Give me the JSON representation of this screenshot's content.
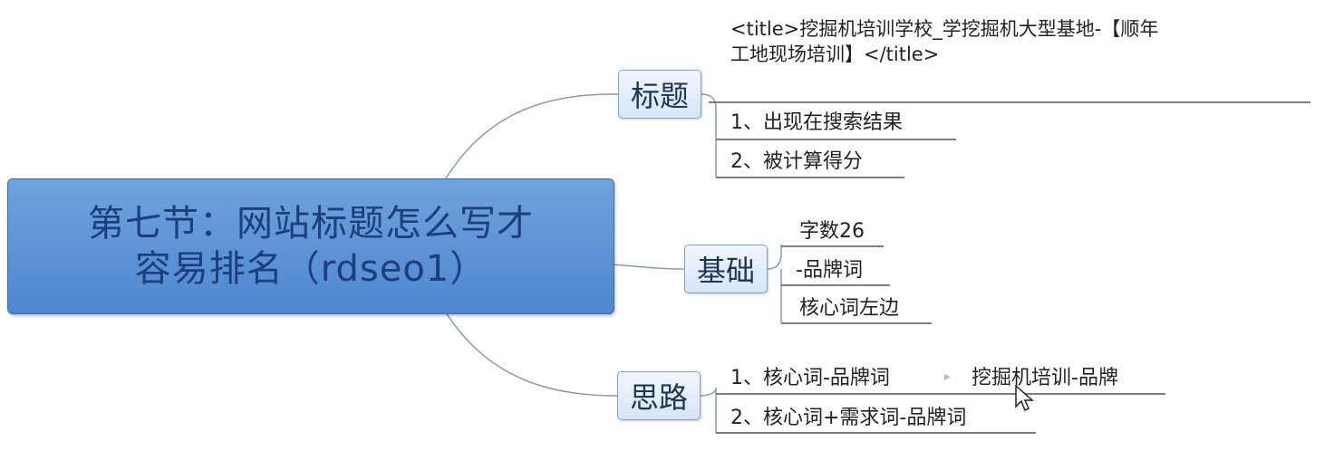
{
  "central_topic": {
    "line1": "第七节：网站标题怎么写才",
    "line2": "容易排名（rdseo1）"
  },
  "branches": {
    "biaoti": {
      "label": "标题",
      "title_tag_line1": "<title>挖掘机培训学校_学挖掘机大型基地-【顺年",
      "title_tag_line2": "工地现场培训】</title>",
      "items": [
        "1、出现在搜索结果",
        "2、被计算得分"
      ]
    },
    "jichu": {
      "label": "基础",
      "items": [
        "字数26",
        "-品牌词",
        "核心词左边"
      ]
    },
    "silu": {
      "label": "思路",
      "items": [
        "1、核心词-品牌词",
        "2、核心词+需求词-品牌词"
      ],
      "example": "挖掘机培训-品牌"
    }
  },
  "colors": {
    "central_fill": "#5b92d6",
    "topic_fill": "#e3eefb",
    "connector": "#8a9bb0"
  }
}
